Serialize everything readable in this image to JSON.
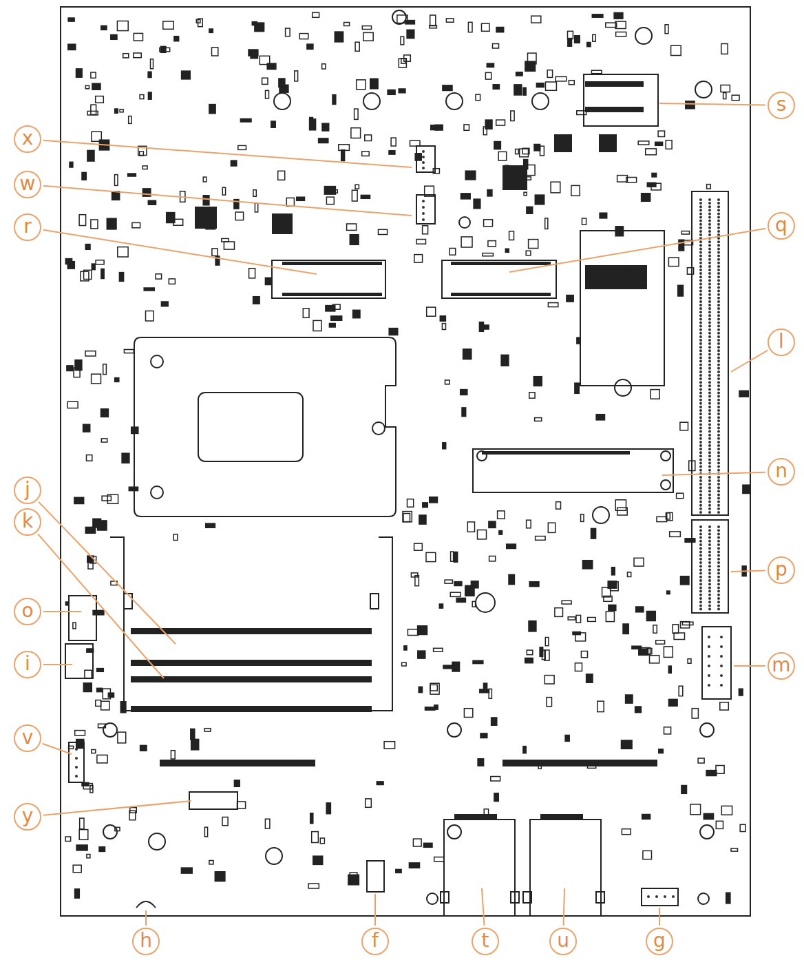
{
  "diagram": {
    "labels": [
      "s",
      "x",
      "w",
      "q",
      "r",
      "l",
      "n",
      "j",
      "k",
      "p",
      "o",
      "i",
      "m",
      "v",
      "y",
      "h",
      "f",
      "t",
      "u",
      "g"
    ]
  }
}
